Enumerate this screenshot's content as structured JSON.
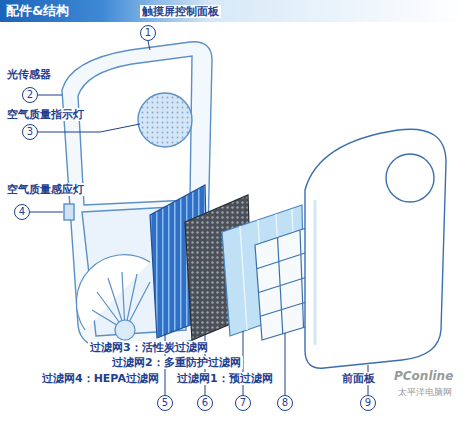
{
  "diagram": {
    "title": "配件&结构",
    "nodes": [
      {
        "text": [
          "1"
        ]
      },
      {
        "text": [
          "2"
        ]
      },
      {
        "text": [
          "3"
        ]
      },
      {
        "text": [
          "4"
        ]
      },
      {
        "text": [
          "5"
        ]
      },
      {
        "text": [
          "6"
        ]
      },
      {
        "text": [
          "7"
        ]
      },
      {
        "text": [
          "8"
        ]
      },
      {
        "text": [
          "9"
        ]
      }
    ],
    "labels": [
      "触摸屏控制面板",
      "光传感器",
      "空气质量指示灯",
      "空气质量感应灯",
      "过滤网3：活性炭过滤网",
      "过滤网2：多重防护过滤网",
      "过滤网4：HEPA过滤网",
      "过滤网1：预过滤网",
      "前面板",
      "PConline",
      "太平洋电脑网"
    ]
  }
}
